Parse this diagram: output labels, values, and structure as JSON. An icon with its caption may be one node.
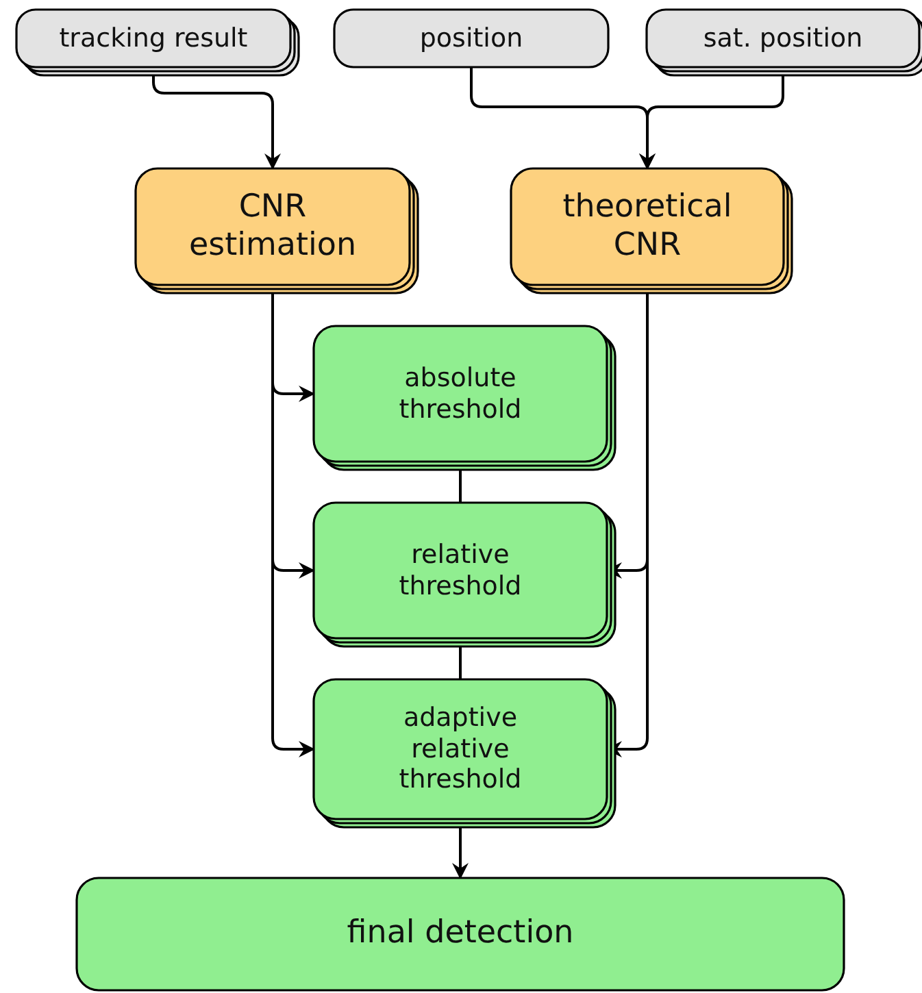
{
  "diagram": {
    "nodes": [
      {
        "text": [
          "tracking result"
        ]
      },
      {
        "text": [
          "position"
        ]
      },
      {
        "text": [
          "sat. position"
        ]
      },
      {
        "text": [
          "CNR estimation"
        ]
      },
      {
        "text": [
          "theoretical CNR"
        ]
      },
      {
        "text": [
          "absolute threshold"
        ]
      },
      {
        "text": [
          "relative threshold"
        ]
      },
      {
        "text": [
          "adaptive relative threshold"
        ]
      },
      {
        "text": [
          "final detection"
        ]
      }
    ],
    "edges": [
      {
        "from": 0,
        "to": 3,
        "arrow": "to"
      },
      {
        "from": 1,
        "to": 4,
        "arrow": "to"
      },
      {
        "from": 2,
        "to": 4,
        "arrow": "to"
      },
      {
        "from": 3,
        "to": 5,
        "arrow": "to"
      },
      {
        "from": 3,
        "to": 6,
        "arrow": "to"
      },
      {
        "from": 3,
        "to": 7,
        "arrow": "to"
      },
      {
        "from": 4,
        "to": 6,
        "arrow": "to"
      },
      {
        "from": 4,
        "to": 7,
        "arrow": "to"
      },
      {
        "from": 5,
        "to": 6,
        "arrow": "none"
      },
      {
        "from": 6,
        "to": 7,
        "arrow": "none"
      },
      {
        "from": 7,
        "to": 8,
        "arrow": "to"
      }
    ]
  }
}
